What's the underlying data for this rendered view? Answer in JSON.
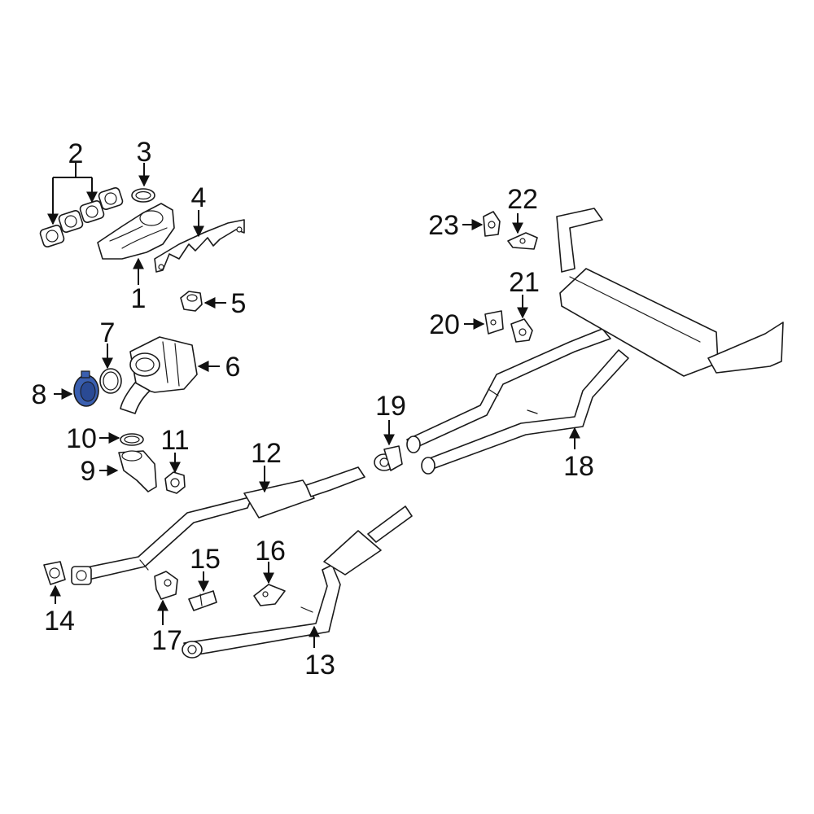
{
  "diagram": {
    "highlight_color": "#3a5fb0",
    "highlighted_part": "8",
    "callouts": [
      "1",
      "2",
      "3",
      "4",
      "5",
      "6",
      "7",
      "8",
      "9",
      "10",
      "11",
      "12",
      "13",
      "14",
      "15",
      "16",
      "17",
      "18",
      "19",
      "20",
      "21",
      "22",
      "23"
    ]
  }
}
